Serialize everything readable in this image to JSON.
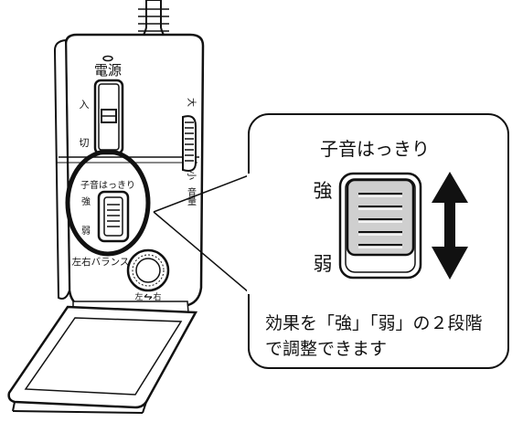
{
  "device": {
    "power_label": "電源",
    "on_label": "入",
    "off_label": "切",
    "volume_high": "大",
    "volume_low": "小",
    "volume_label": "音量",
    "clarity_label": "子音はっきり",
    "strong_label": "強",
    "weak_label": "弱",
    "balance_label": "左右バランス",
    "left_label": "左",
    "right_label": "右"
  },
  "callout": {
    "title": "子音はっきり",
    "strong_label": "強",
    "weak_label": "弱",
    "description_line1": "効果を「強」「弱」の２段階",
    "description_line2": "で調整できます"
  }
}
